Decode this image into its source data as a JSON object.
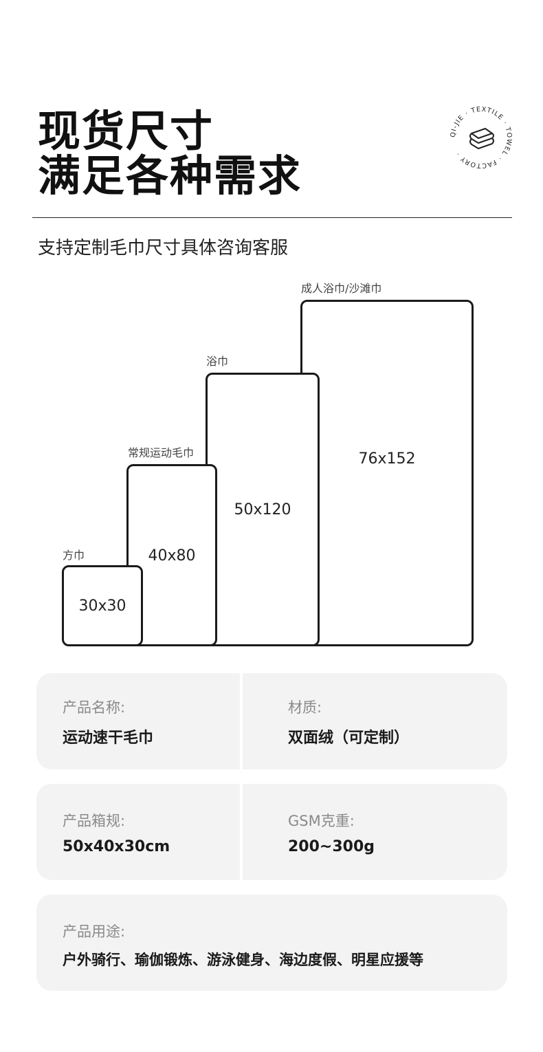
{
  "title": {
    "line1": "现货尺寸",
    "line2": "满足各种需求"
  },
  "logo": {
    "ring_text": "QI-JIE TEXTILE TOWEL FACTORY",
    "icon": "towel-stack-icon"
  },
  "subtitle": "支持定制毛巾尺寸具体咨询客服",
  "towels": [
    {
      "label": "方巾",
      "size": "30x30"
    },
    {
      "label": "常规运动毛巾",
      "size": "40x80"
    },
    {
      "label": "浴巾",
      "size": "50x120"
    },
    {
      "label": "成人浴巾/沙滩巾",
      "size": "76x152"
    }
  ],
  "specs": {
    "name_label": "产品名称:",
    "name_value": "运动速干毛巾",
    "material_label": "材质:",
    "material_value": "双面绒（可定制）",
    "box_label": "产品箱规:",
    "box_value": "50x40x30cm",
    "gsm_label": "GSM克重:",
    "gsm_value": "200~300g",
    "usage_label": "产品用途:",
    "usage_value": "户外骑行、瑜伽锻炼、游泳健身、海边度假、明星应援等"
  }
}
